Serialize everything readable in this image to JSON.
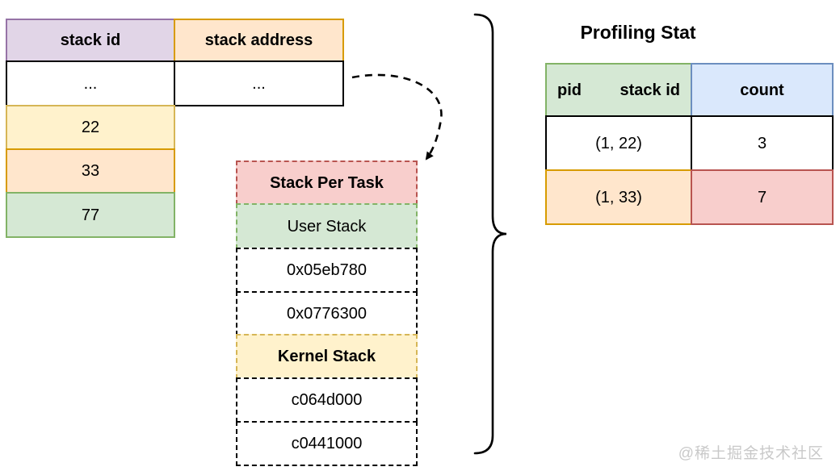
{
  "colors": {
    "purple_fill": "#e1d5e7",
    "purple_border": "#9673a6",
    "orange_fill": "#ffe6cc",
    "orange_border": "#d79b00",
    "yellow_fill": "#fff2cc",
    "yellow_border": "#d6b656",
    "green_fill": "#d5e8d4",
    "green_border": "#82b366",
    "red_fill": "#f8cecc",
    "red_border": "#b85450",
    "blue_fill": "#dae8fc",
    "blue_border": "#6c8ebf",
    "line_color": "#000000"
  },
  "stack_map_table": {
    "col1_header": "stack id",
    "col2_header": "stack address",
    "row_dots_id": "...",
    "row_dots_addr": "...",
    "stack_ids": [
      "22",
      "33",
      "77"
    ]
  },
  "stack_per_task": {
    "title": "Stack Per Task",
    "user_stack_label": "User Stack",
    "user_addresses": [
      "0x05eb780",
      "0x0776300"
    ],
    "kernel_stack_label": "Kernel Stack",
    "kernel_addresses": [
      "c064d000",
      "c0441000"
    ]
  },
  "profiling_stat": {
    "title": "Profiling Stat",
    "header_pid": "pid",
    "header_stack_id": "stack id",
    "header_count": "count",
    "rows": [
      {
        "key": "(1, 22)",
        "count": "3"
      },
      {
        "key": "(1, 33)",
        "count": "7"
      }
    ]
  },
  "watermark": "@稀土掘金技术社区"
}
